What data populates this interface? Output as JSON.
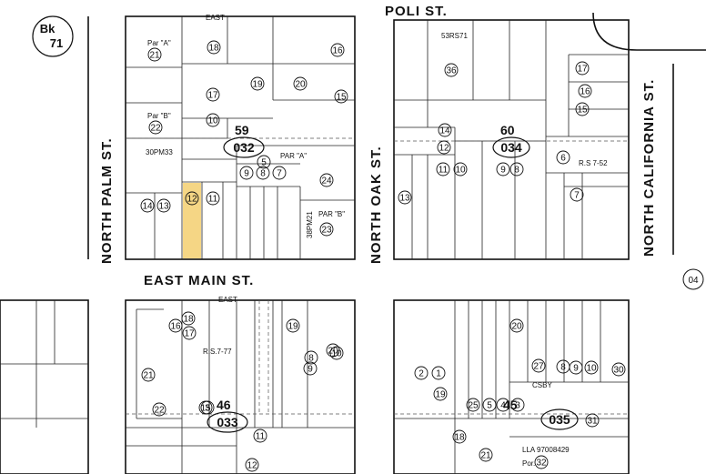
{
  "map": {
    "book": {
      "label": "Bk",
      "number": "71"
    },
    "streets": {
      "poli": "POLI ST.",
      "east_main": "EAST MAIN ST.",
      "north_palm": "NORTH PALM ST.",
      "north_oak": "NORTH OAK ST.",
      "north_california": "NORTH CALIFORNIA ST.",
      "page_ref": "04"
    },
    "blocks": {
      "b59": {
        "page": "59",
        "map": "032"
      },
      "b60": {
        "page": "60",
        "map": "034"
      },
      "b46": {
        "page": "46",
        "map": "033"
      },
      "b45": {
        "page": "45",
        "map": "035"
      }
    },
    "notes": {
      "sr": "53RS71",
      "op": "30PM33",
      "par_a": "Par \"A\"",
      "par_b": "Par \"B\"",
      "par_a_mid": "PAR \"A\"",
      "par_b_mid": "PAR \"B\"",
      "pm21": "38PM21",
      "rs752": "R.S 7-52",
      "rs777": "R.S.7-77",
      "csby": "CSBY",
      "lla": "LLA 97008429",
      "east_top": "EAST",
      "east_low": "EAST",
      "por_a": "Por."
    },
    "parcels": [
      "18",
      "16",
      "21",
      "17",
      "19",
      "20",
      "15",
      "22",
      "10",
      "5",
      "24",
      "14",
      "13",
      "12",
      "11",
      "9",
      "8",
      "7",
      "23",
      "36",
      "17",
      "16",
      "15",
      "14",
      "12",
      "11",
      "10",
      "9",
      "8",
      "6",
      "13",
      "7",
      "16",
      "18",
      "17",
      "19",
      "21",
      "20",
      "22",
      "15",
      "10",
      "8",
      "9",
      "3",
      "11",
      "12",
      "2",
      "1",
      "19",
      "20",
      "25",
      "5",
      "4",
      "3",
      "27",
      "8",
      "9",
      "10",
      "30",
      "18",
      "21",
      "31",
      "32"
    ]
  }
}
